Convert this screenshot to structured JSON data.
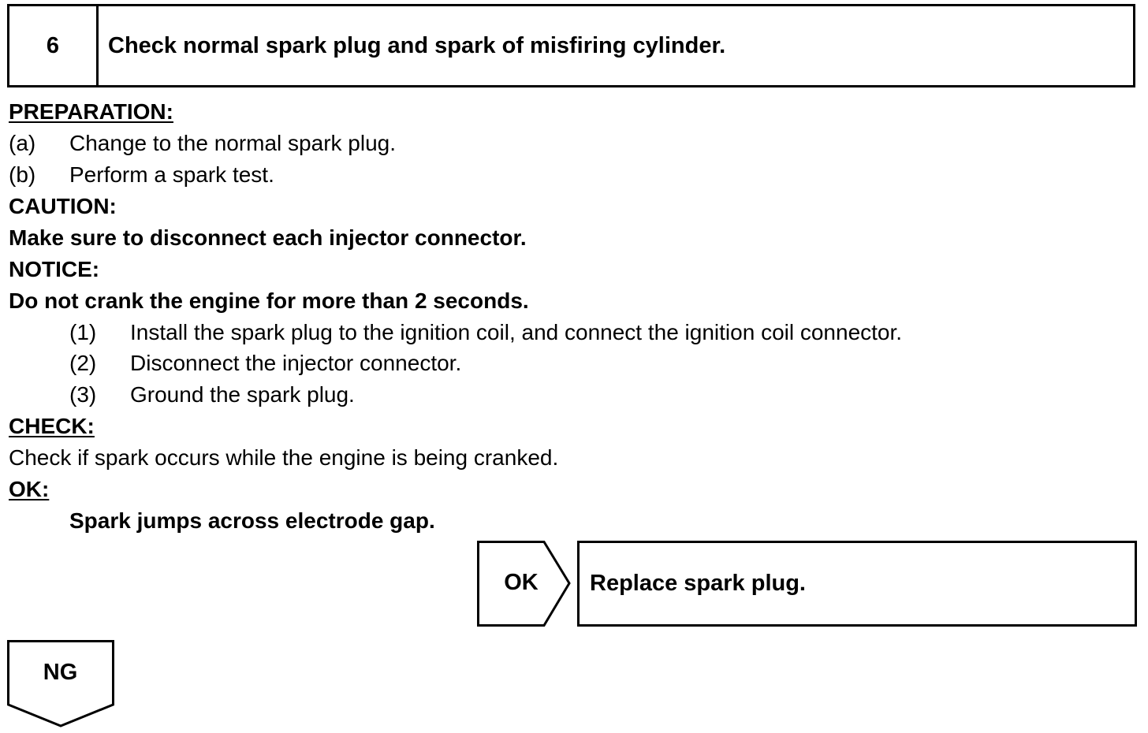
{
  "step": {
    "number": "6",
    "title": "Check normal spark plug and spark of misfiring cylinder."
  },
  "preparation": {
    "heading": "PREPARATION:",
    "items": [
      {
        "label": "(a)",
        "text": "Change to the normal spark plug."
      },
      {
        "label": "(b)",
        "text": "Perform a spark test."
      }
    ]
  },
  "caution": {
    "heading": "CAUTION:",
    "text": "Make sure to disconnect each injector connector."
  },
  "notice": {
    "heading": "NOTICE:",
    "text": "Do not crank the engine for more than 2 seconds.",
    "substeps": [
      {
        "label": "(1)",
        "text": "Install the spark plug to the ignition coil, and connect the ignition coil connector."
      },
      {
        "label": "(2)",
        "text": "Disconnect the injector connector."
      },
      {
        "label": "(3)",
        "text": "Ground the spark plug."
      }
    ]
  },
  "check": {
    "heading": "CHECK:",
    "text": "Check if spark occurs while the engine is being cranked."
  },
  "ok": {
    "heading": "OK:",
    "text": "Spark jumps across electrode gap."
  },
  "flow": {
    "ok_label": "OK",
    "ok_action": "Replace spark plug.",
    "ng_label": "NG"
  }
}
